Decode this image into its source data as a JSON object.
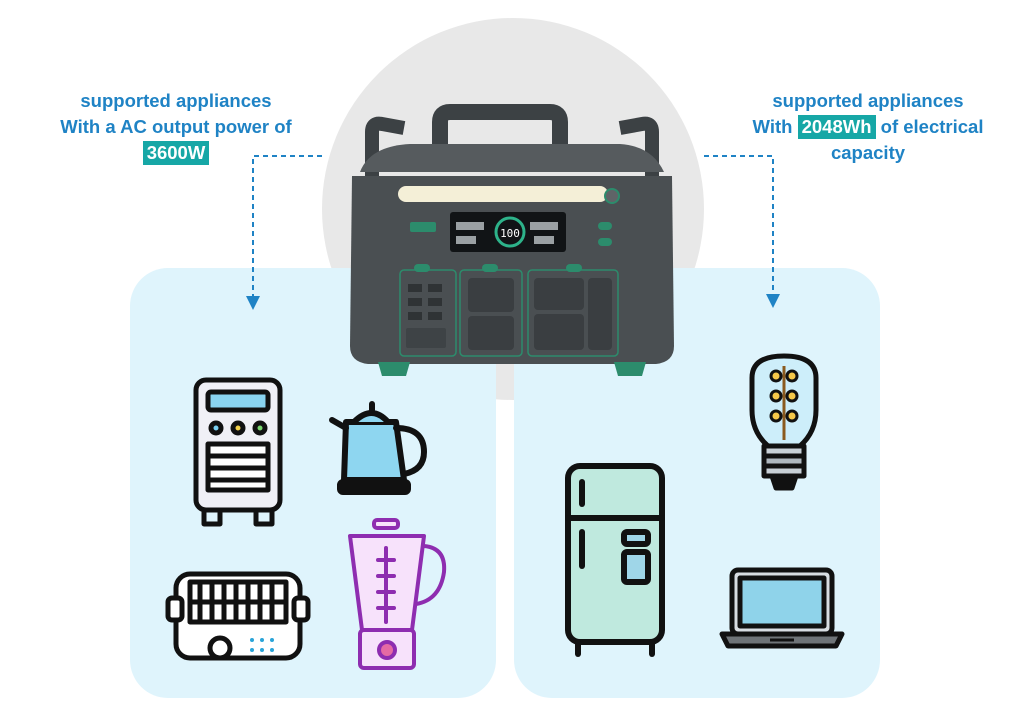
{
  "left_caption": {
    "line1": "supported appliances",
    "line2": "With a AC output power of",
    "highlight": "3600W"
  },
  "right_caption": {
    "line1": "supported appliances",
    "prefix": "With",
    "highlight": "2048Wh",
    "suffix": "of electrical",
    "line3": "capacity"
  },
  "colors": {
    "caption_text": "#1f83c5",
    "highlight_bg": "#16a7a6",
    "panel_bg": "#dff4fc",
    "circle_bg": "#e8e8e8",
    "station_body": "#4a4f52",
    "accent_green": "#2c8c6c"
  },
  "icons": {
    "left_panel": [
      "air-conditioner-icon",
      "kettle-icon",
      "electric-grill-icon",
      "blender-icon"
    ],
    "right_panel": [
      "led-bulb-icon",
      "refrigerator-icon",
      "laptop-icon"
    ]
  },
  "device_display": {
    "percent": "100"
  }
}
